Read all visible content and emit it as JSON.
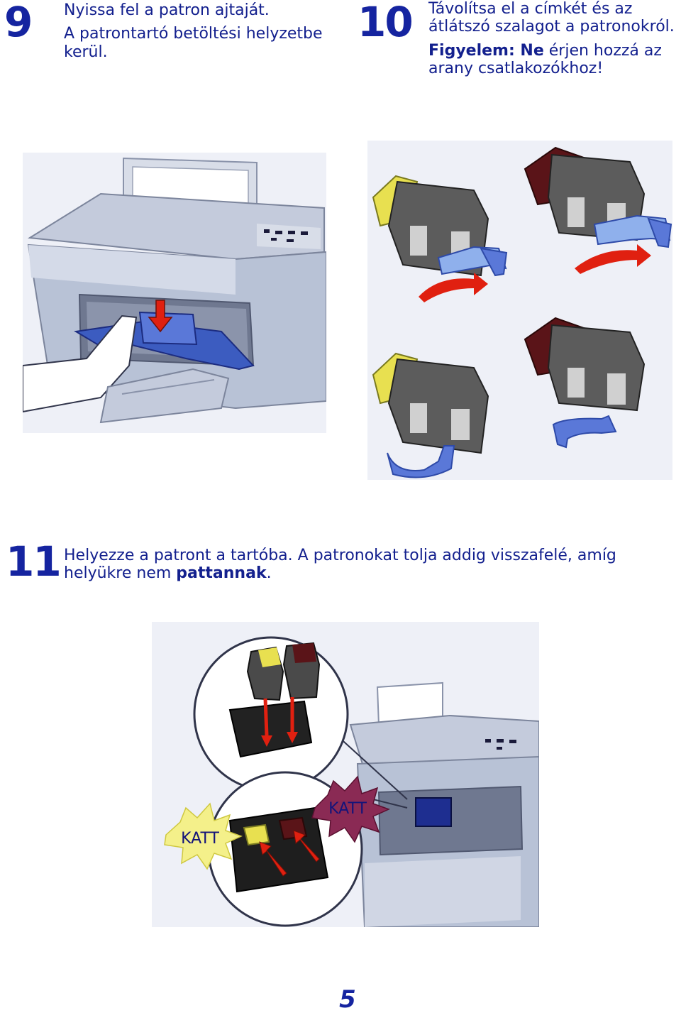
{
  "steps": [
    {
      "number": "9",
      "lines": [
        "Nyissa fel a patron ajtaját.",
        "A patrontartó betöltési helyzetbe kerül."
      ]
    },
    {
      "number": "10",
      "lines": [
        "Távolítsa el a címkét és az átlátszó szalagot a patronokról."
      ],
      "warning_bold": "Figyelem: Ne",
      "warning_rest": " érjen hozzá az arany csatlakozókhoz!"
    },
    {
      "number": "11",
      "text_start": "Helyezze a patront a tartóba. A patronokat tolja addig visszafelé, amíg helyükre nem ",
      "text_bold": "pattannak",
      "text_end": "."
    }
  ],
  "figure11": {
    "label_left": "KATT",
    "label_right": "KATT"
  },
  "colors": {
    "title_blue": "#1524a0",
    "printer_gray": "#b8c2d6",
    "cartridge_gray": "#5c5c5c",
    "color_cartridge_cap": "#e8e050",
    "black_cartridge_cap": "#5a1418",
    "tape_blue": "#5a78d8",
    "arrow_red": "#e02010",
    "katt_yellow": "#f4f08a",
    "katt_purple": "#8a2a54"
  },
  "page_number": "5"
}
